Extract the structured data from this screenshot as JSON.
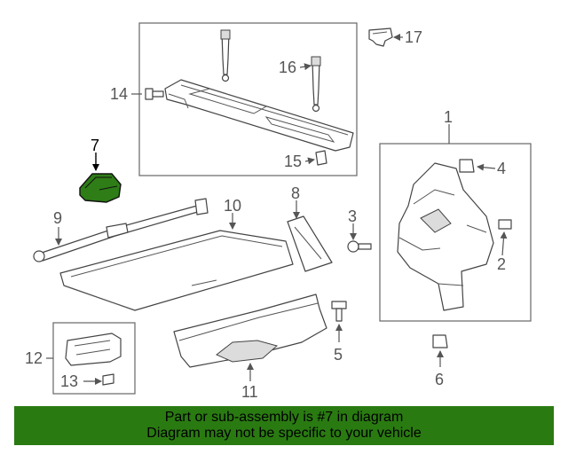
{
  "diagram": {
    "callouts": {
      "c1": "1",
      "c2": "2",
      "c3": "3",
      "c4": "4",
      "c5": "5",
      "c6": "6",
      "c7": "7",
      "c8": "8",
      "c9": "9",
      "c10": "10",
      "c11": "11",
      "c12": "12",
      "c13": "13",
      "c14": "14",
      "c15": "15",
      "c16": "16",
      "c17": "17"
    },
    "highlighted_part": "7",
    "highlight_color": "#2e7d17"
  },
  "banner": {
    "line1": "Part or sub-assembly is #7 in diagram",
    "line2": "Diagram may not be specific to your vehicle",
    "background": "#2a7a12"
  }
}
